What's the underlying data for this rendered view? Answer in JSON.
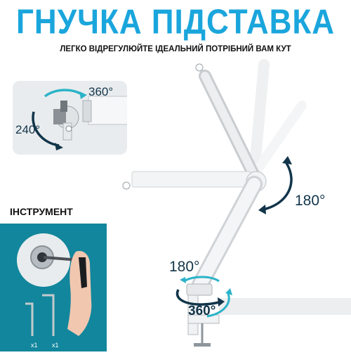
{
  "header": {
    "title": "ГНУЧКА ПІДСТАВКА",
    "subtitle": "ЛЕГКО ВІДРЕГУЛЮЙТЕ ІДЕАЛЬНИЙ ПОТРІБНИЙ ВАМ КУТ"
  },
  "detail": {
    "angle_top": "360°",
    "angle_left": "240°"
  },
  "arm": {
    "angle_mid": "180°",
    "angle_base": "180°",
    "angle_bottom": "360°"
  },
  "tool": {
    "title": "ІНСТРУМЕНТ",
    "qty_left": "x1",
    "qty_right": "x1"
  },
  "colors": {
    "title_blue": "#1aa6dc",
    "panel_teal": "#12869c",
    "arrow_navy": "#12354a",
    "arrow_cyan": "#2bb3c8"
  }
}
